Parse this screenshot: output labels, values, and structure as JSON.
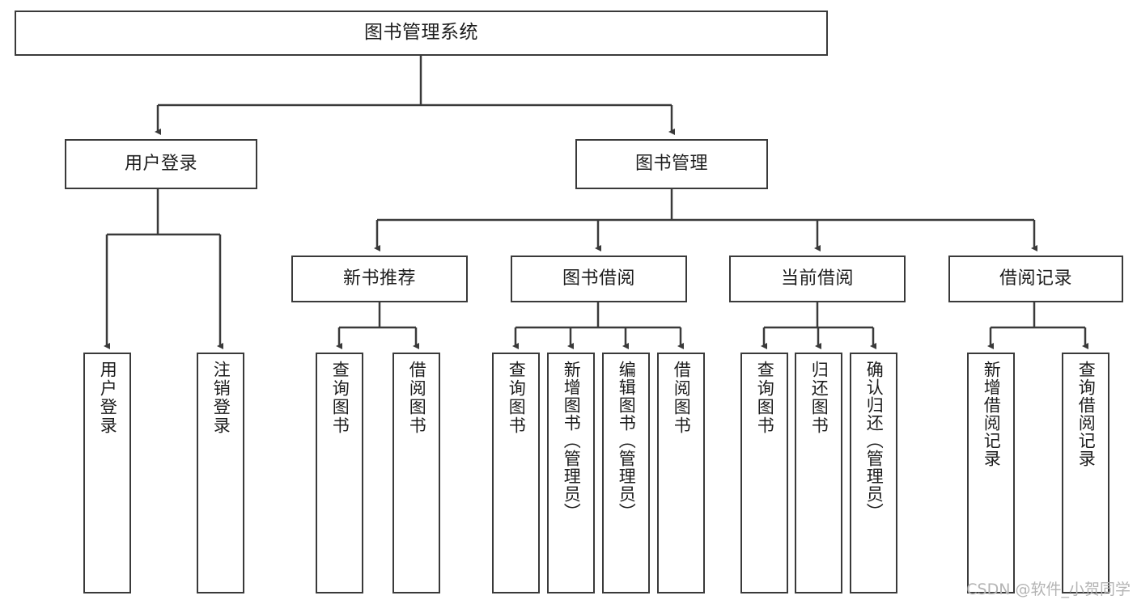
{
  "diagram": {
    "title": "图书管理系统",
    "type": "tree",
    "watermark": "CSDN @软件_小贺同学",
    "colors": {
      "stroke": "#3a3a3a",
      "fill": "#ffffff",
      "text": "#1d1d1d",
      "watermark": "#b4b4b4"
    },
    "nodes": {
      "root": {
        "label": "图书管理系统"
      },
      "level1": [
        {
          "label": "用户登录"
        },
        {
          "label": "图书管理"
        }
      ],
      "level2": [
        {
          "label": "新书推荐"
        },
        {
          "label": "图书借阅"
        },
        {
          "label": "当前借阅"
        },
        {
          "label": "借阅记录"
        }
      ],
      "leaves": {
        "user_login": [
          {
            "label": "用户登录"
          },
          {
            "label": "注销登录"
          }
        ],
        "new_book": [
          {
            "label": "查询图书"
          },
          {
            "label": "借阅图书"
          }
        ],
        "book_borrow": [
          {
            "label": "查询图书"
          },
          {
            "label": "新增图书（管理员）"
          },
          {
            "label": "编辑图书（管理员）"
          },
          {
            "label": "借阅图书"
          }
        ],
        "current_borrow": [
          {
            "label": "查询图书"
          },
          {
            "label": "归还图书"
          },
          {
            "label": "确认归还（管理员）"
          }
        ],
        "borrow_record": [
          {
            "label": "新增借阅记录"
          },
          {
            "label": "查询借阅记录"
          }
        ]
      }
    }
  }
}
